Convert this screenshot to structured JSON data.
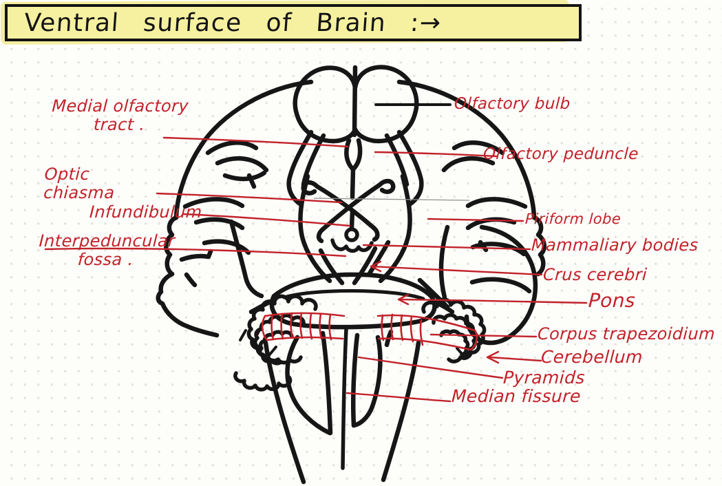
{
  "title": {
    "text": "Ventral surface of Brain :→"
  },
  "labels": {
    "medial_olfactory_tract": "Medial olfactory\ntract .",
    "optic_chiasma": "Optic\nchiasma",
    "infundibulum": "Infundibulum",
    "interpeduncular_fossa": "Interpeduncular\nfossa .",
    "olfactory_bulb": "Olfactory bulb",
    "olfactory_peduncle": "Olfactory peduncle",
    "piriform_lobe": "Piriform lobe",
    "mammaliary_bodies": "Mammaliary bodies",
    "crus_cerebri": "Crus cerebri",
    "pons": "Pons",
    "corpus_trapezoidium": "Corpus trapezoidium",
    "cerebellum": "Cerebellum",
    "pyramids": "Pyramids",
    "median_fissure": "Median fissure"
  },
  "colors": {
    "annotation_red": "#c2222a",
    "ink_black": "#161616",
    "highlight_yellow": "#f6f1a1",
    "paper": "#fdfdfa",
    "dot_grid": "#e5e2df"
  }
}
